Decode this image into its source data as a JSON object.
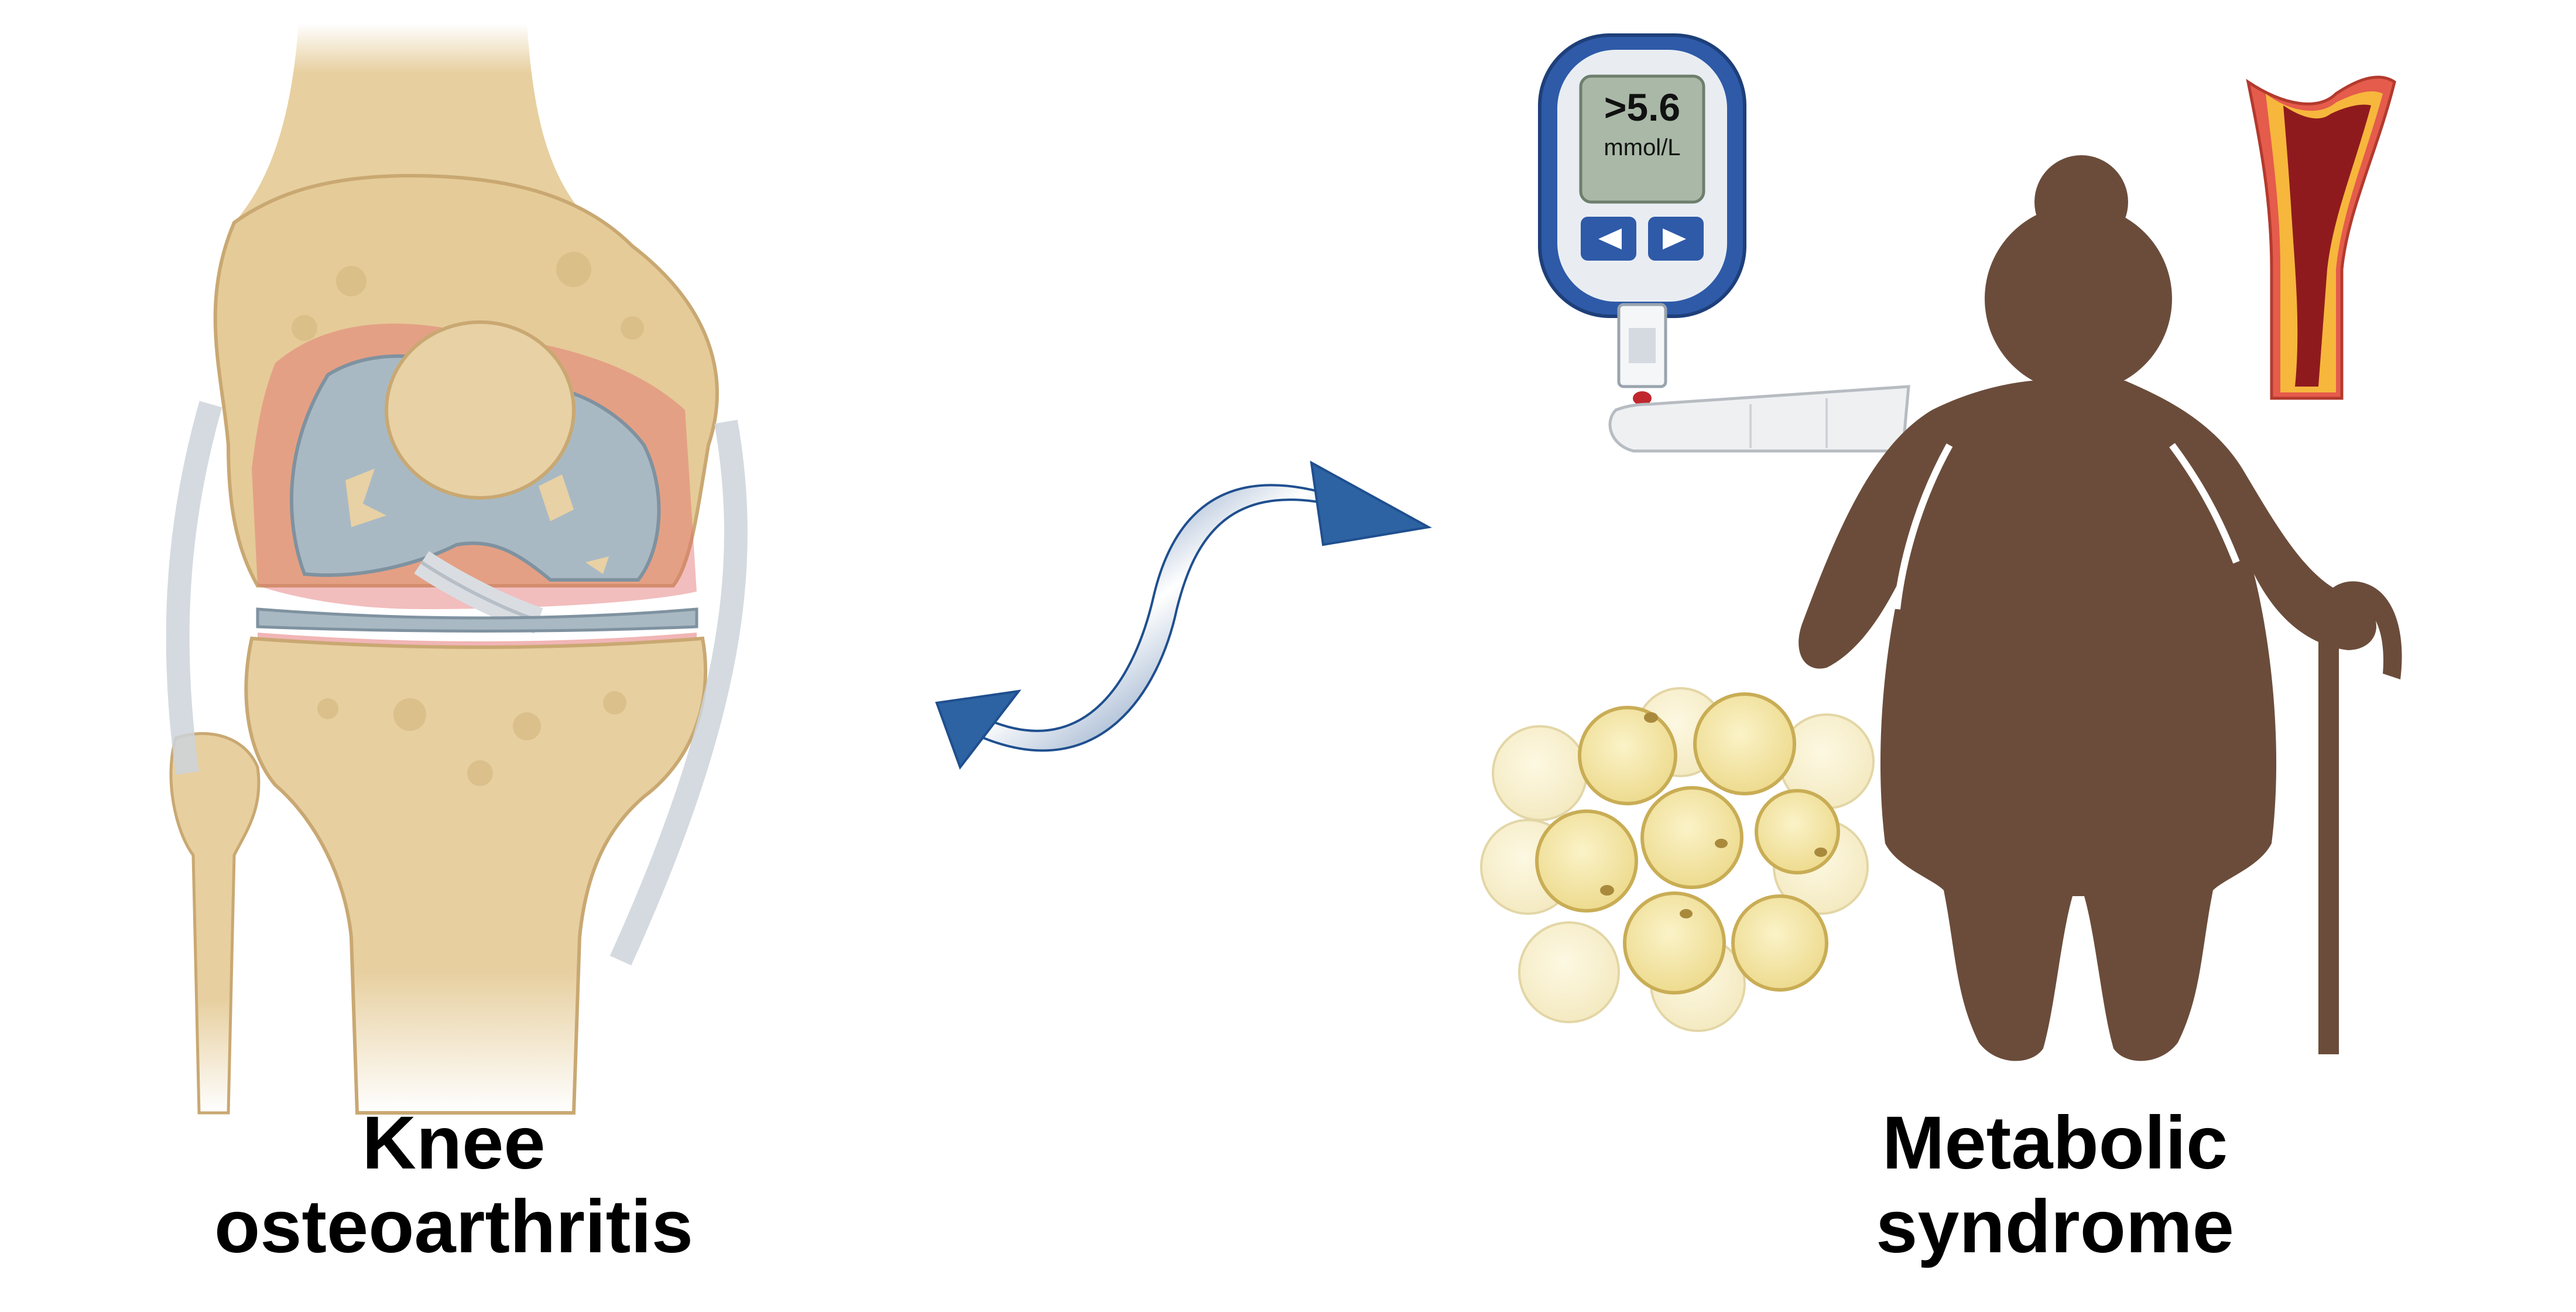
{
  "labels": {
    "knee_line1": "Knee",
    "knee_line2": "osteoarthritis",
    "metabolic_line1": "Metabolic",
    "metabolic_line2": "syndrome"
  },
  "meter": {
    "value": ">5.6",
    "unit": "mmol/L"
  },
  "icons": {
    "knee": "knee-joint-icon",
    "arrow": "bidirectional-arrow-icon",
    "meter": "glucose-meter-icon",
    "person": "obese-elderly-woman-icon",
    "artery": "artery-plaque-icon",
    "fat": "adipocytes-icon"
  },
  "colors": {
    "bone": "#e7cf9f",
    "cartilage": "#a9b9c3",
    "inflammation": "#e36c6c",
    "arrow": "#2d63a2",
    "silhouette": "#6b4c3b",
    "meter_body": "#2e5aa8",
    "screen": "#a9b8a7",
    "adipocyte": "#f3e6a6"
  }
}
